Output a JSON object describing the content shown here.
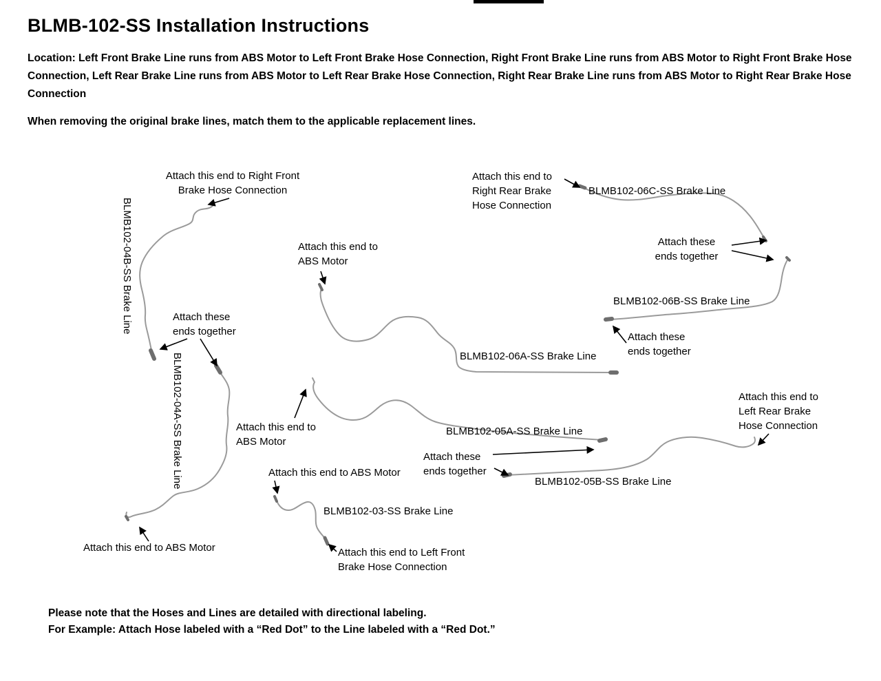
{
  "page": {
    "title": "BLMB-102-SS Installation Instructions",
    "location_paragraph": "Location: Left Front Brake Line runs from ABS Motor to Left Front Brake Hose Connection, Right Front Brake Line runs from ABS Motor to Right Front Brake Hose Connection, Left Rear Brake Line runs from ABS Motor to Left Rear Brake Hose Connection, Right Rear Brake Line runs from ABS Motor to Right Rear Brake Hose Connection",
    "intro_note": "When removing the original brake lines, match them to the applicable replacement lines.",
    "footer_note_line1": "Please note that the Hoses and Lines are detailed with directional labeling.",
    "footer_note_line2": "For Example: Attach Hose labeled with a “Red Dot” to the Line labeled with a “Red Dot.”"
  },
  "diagram": {
    "line_color": "#9a9a9a",
    "fitting_color": "#6e6e6e",
    "line_labels": {
      "b04b": "BLMB102-04B-SS Brake Line",
      "b04a": "BLMB102-04A-SS Brake Line",
      "b06c": "BLMB102-06C-SS Brake Line",
      "b06b": "BLMB102-06B-SS Brake Line",
      "b06a": "BLMB102-06A-SS Brake Line",
      "b05a": "BLMB102-05A-SS Brake Line",
      "b05b": "BLMB102-05B-SS Brake Line",
      "b03": "BLMB102-03-SS Brake Line"
    },
    "annotations": {
      "right_front": "Attach this end to Right Front Brake Hose Connection",
      "right_rear": "Attach this end to Right Rear Brake Hose Connection",
      "abs_center": "Attach this end to ABS Motor",
      "these_right": "Attach these ends together",
      "these_mid": "Attach these ends together",
      "these_left": "Attach these ends together",
      "abs_05a": "Attach this end to ABS Motor",
      "these_05": "Attach these ends together",
      "left_rear": "Attach this end to Left Rear Brake Hose Connection",
      "abs_03": "Attach this end to ABS Motor",
      "left_front": "Attach this end to Left Front Brake Hose Connection",
      "abs_bottom_left": "Attach this end to ABS Motor"
    }
  }
}
